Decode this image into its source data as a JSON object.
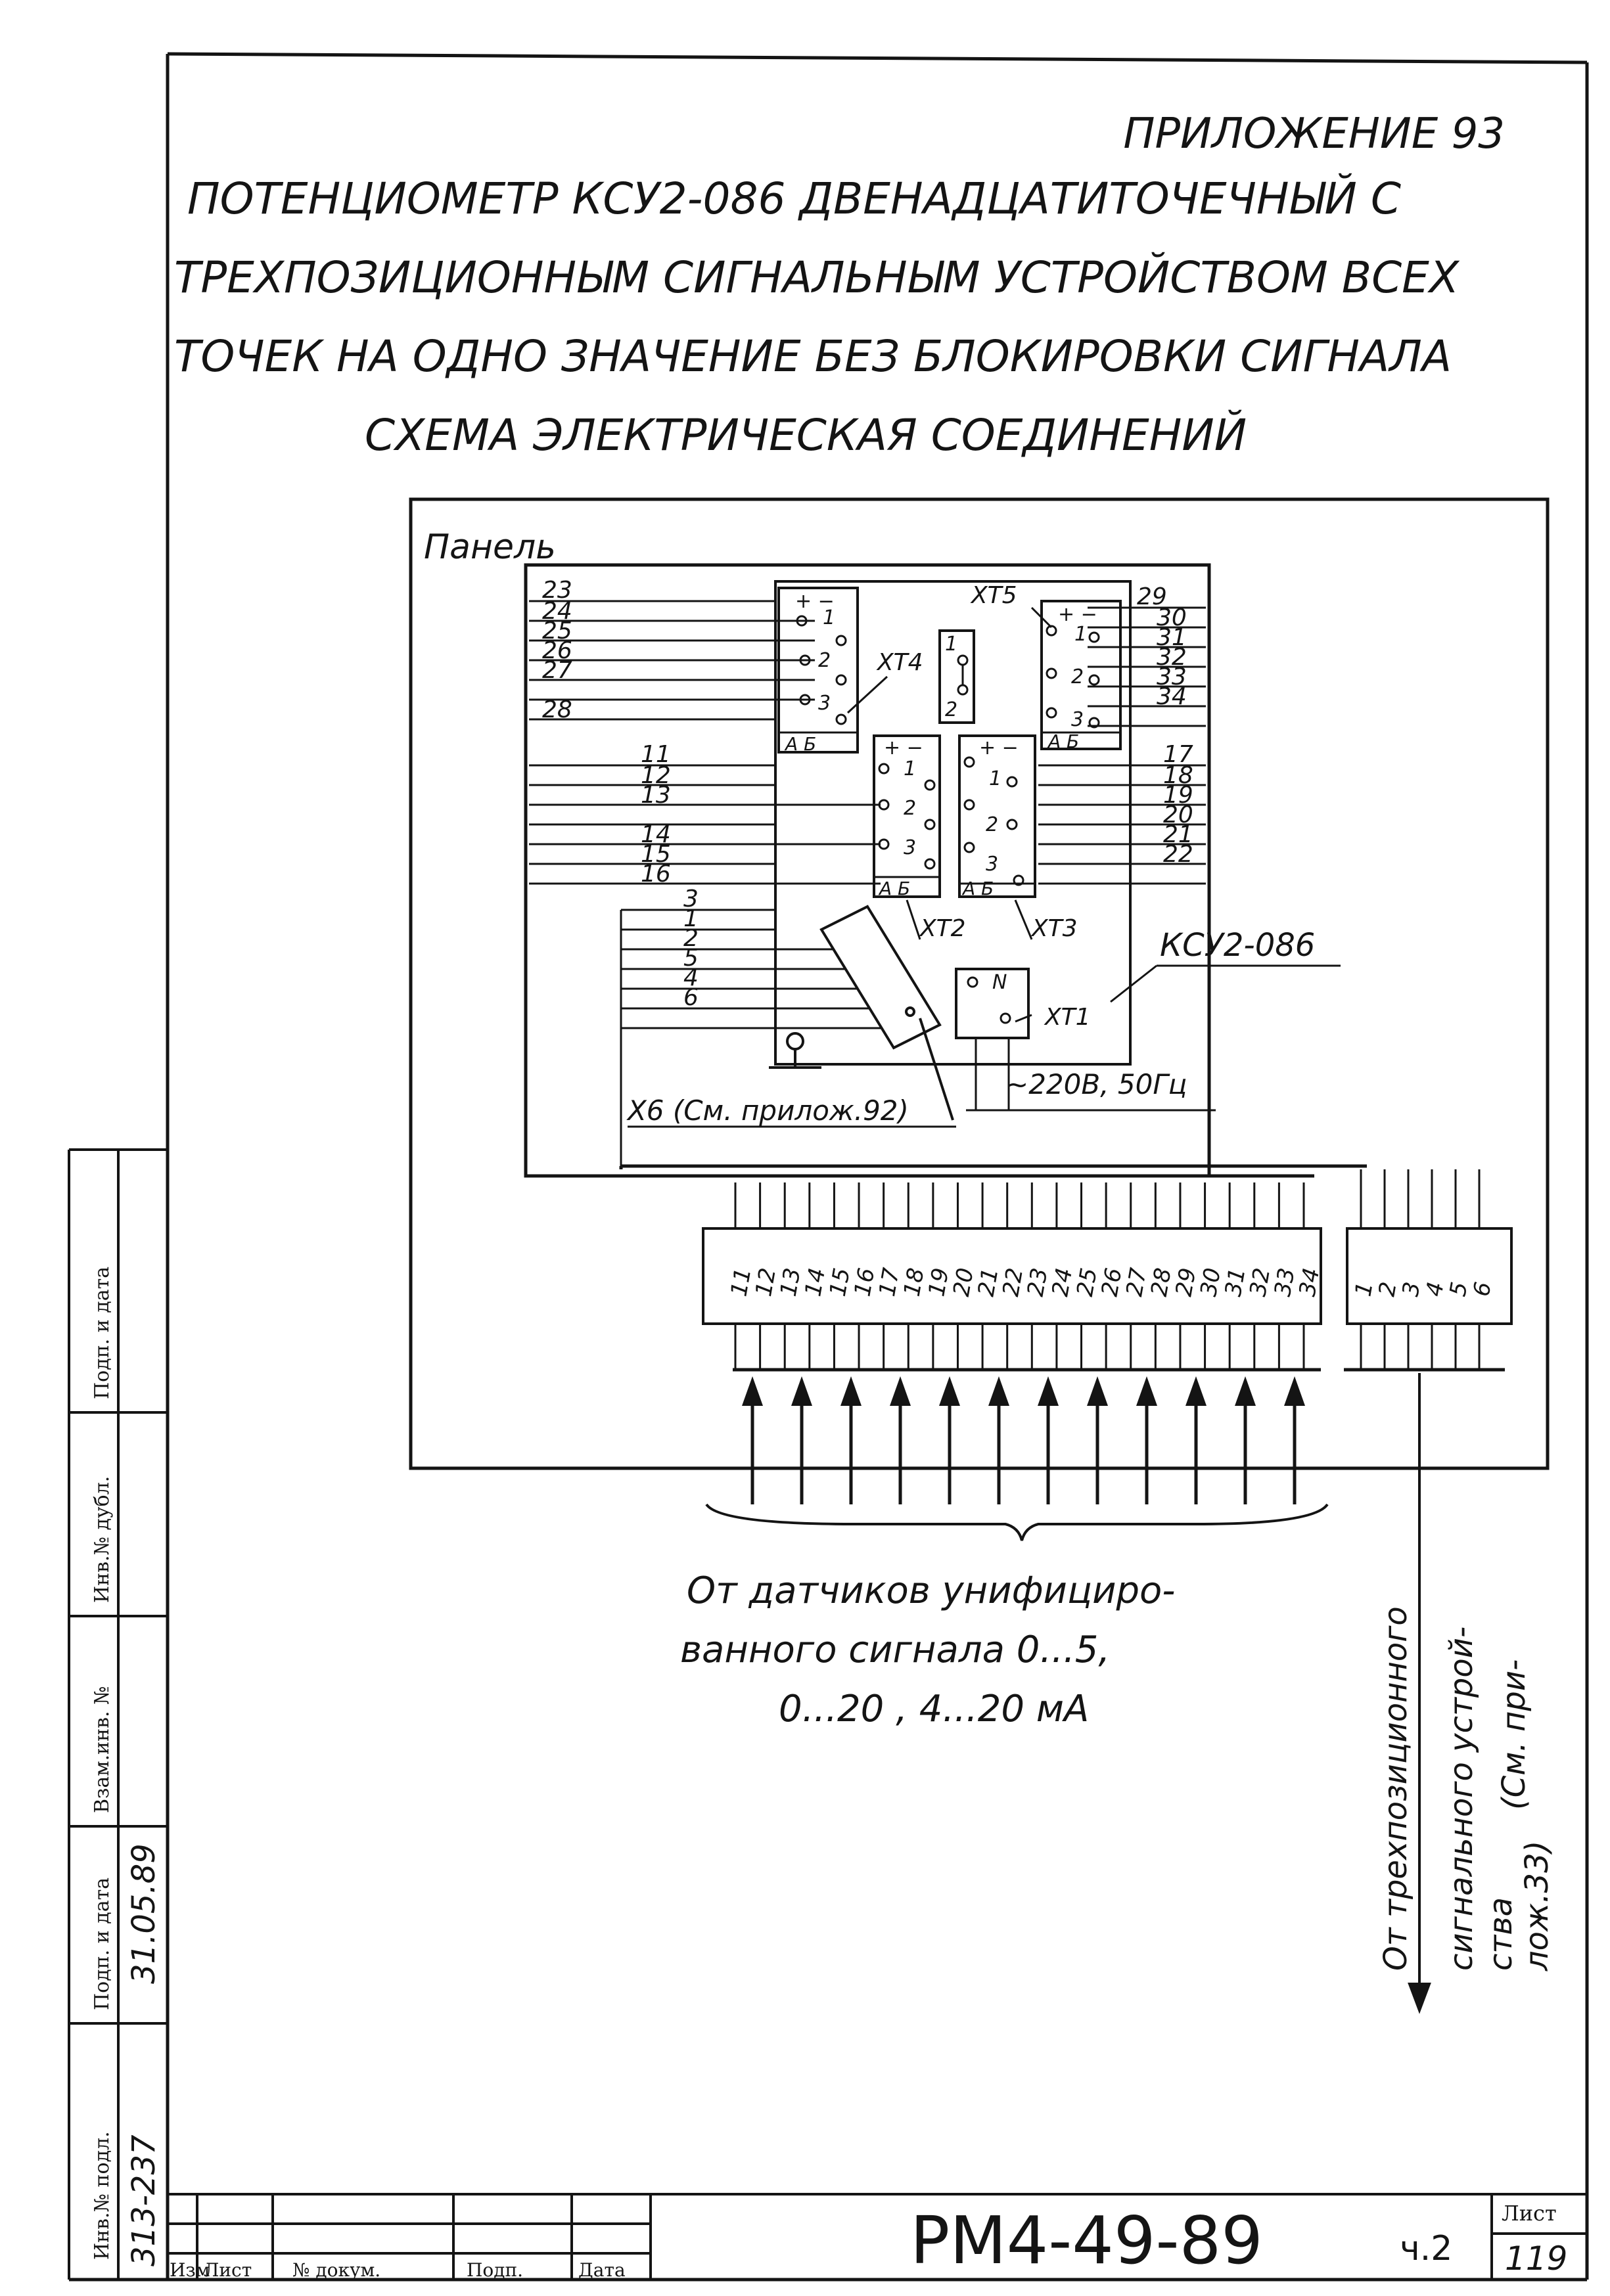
{
  "appendix_label": "ПРИЛОЖЕНИЕ 93",
  "title": {
    "line1": "ПОТЕНЦИОМЕТР КСУ2-086 ДВЕНАДЦАТИТОЧЕЧНЫЙ С",
    "line2": "ТРЕХПОЗИЦИОННЫМ СИГНАЛЬНЫМ УСТРОЙСТВОМ ВСЕХ",
    "line3": "ТОЧЕК НА ОДНО ЗНАЧЕНИЕ БЕЗ БЛОКИРОВКИ СИГНАЛА",
    "line4": "СХЕМА ЭЛЕКТРИЧЕСКАЯ СОЕДИНЕНИЙ"
  },
  "diagram": {
    "panel_label": "Панель",
    "device_label": "КСУ2-086",
    "xt1": "XT1",
    "xt2": "XT2",
    "xt3": "XT3",
    "xt4": "XT4",
    "xt5": "XT5",
    "x6_label": "X6 (См. прилож.92)",
    "power_label": "~220В, 50Гц",
    "n_label": "N",
    "left_top_wires": [
      "23",
      "24",
      "25",
      "26",
      "27",
      "28"
    ],
    "left_mid_wires": [
      "11",
      "12",
      "13",
      "14",
      "15",
      "16"
    ],
    "left_bottom_wires": [
      "3",
      "1",
      "2",
      "5",
      "4",
      "6"
    ],
    "right_top_wires": [
      "29",
      "30",
      "31",
      "32",
      "33",
      "34"
    ],
    "right_mid_wires": [
      "17",
      "18",
      "19",
      "20",
      "21",
      "22"
    ],
    "block_term_numbers": [
      "1",
      "2",
      "3"
    ],
    "xt4_term_numbers": [
      "1",
      "2"
    ],
    "polarity": "+ −",
    "ab_label": "А Б",
    "terminal_strip_left": [
      "11",
      "12",
      "13",
      "14",
      "15",
      "16",
      "17",
      "18",
      "19",
      "20",
      "21",
      "22",
      "23",
      "24",
      "25",
      "26",
      "27",
      "28",
      "29",
      "30",
      "31",
      "32",
      "33",
      "34"
    ],
    "terminal_strip_right": [
      "1",
      "2",
      "3",
      "4",
      "5",
      "6"
    ],
    "sensors_caption": {
      "line1": "От датчиков унифициро-",
      "line2": "ванного сигнала 0...5,",
      "line3": "0...20 , 4...20 мА"
    },
    "signal_caption": {
      "line1": "От трехпозиционного",
      "line2": "сигнального устрой-",
      "line3": "ства",
      "line4": "(См. при-",
      "line5": "лож.33)"
    }
  },
  "side_stamp": {
    "labels": [
      "Инв.№ подл.",
      "Подп. и дата",
      "Взам.инв. №",
      "Инв.№ дубл.",
      "Подп. и дата"
    ],
    "inv_value": "313-237",
    "date_value": "31.05.89"
  },
  "title_block": {
    "headers": [
      "Изм",
      "Лист",
      "№ докум.",
      "Подп.",
      "Дата"
    ],
    "designation": "РМ4-49-89",
    "part": "ч.2",
    "sheet_label": "Лист",
    "sheet_number": "119"
  }
}
